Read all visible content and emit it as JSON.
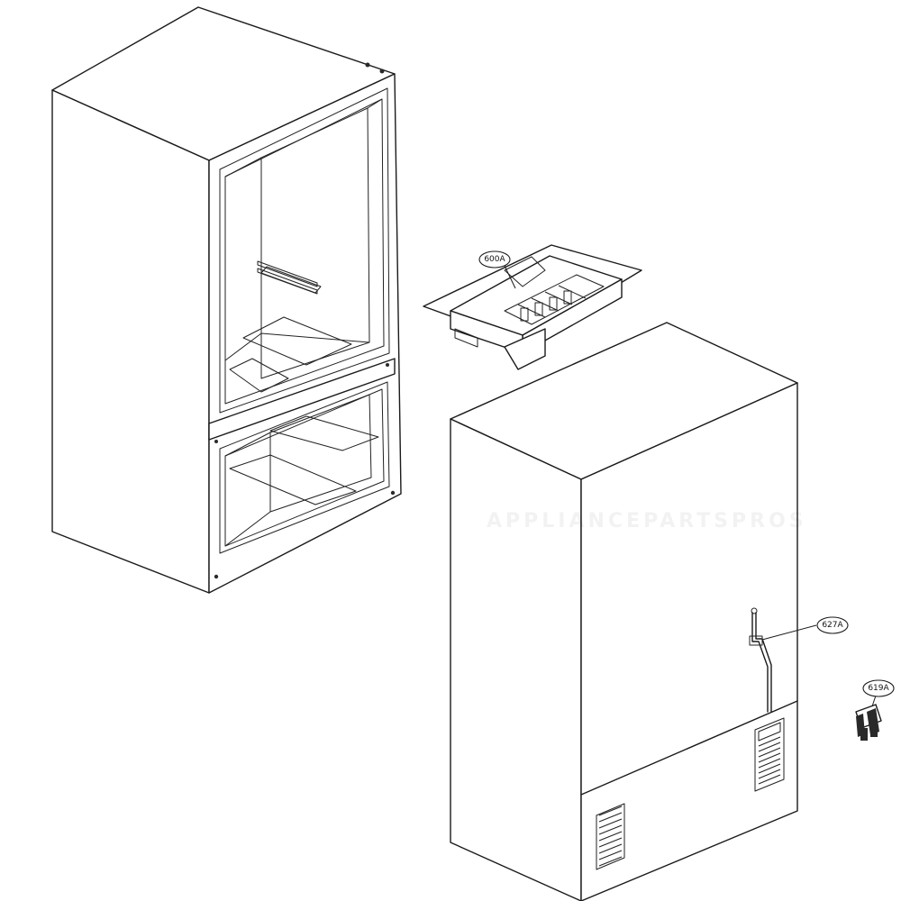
{
  "callouts": {
    "ice_bin": "600A",
    "water_tube": "627A",
    "valve": "619A"
  },
  "watermark": "APPLIANCEPARTSPROS"
}
